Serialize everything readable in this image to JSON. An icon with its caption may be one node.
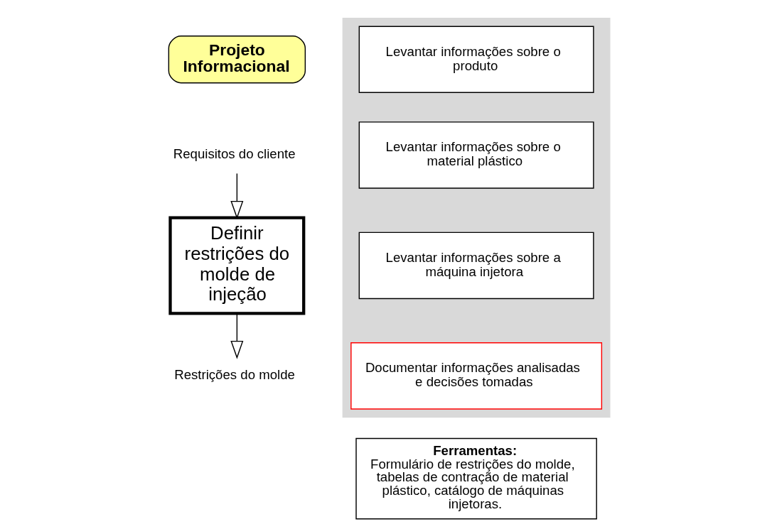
{
  "diagram": {
    "nodes": [
      {
        "text": [
          "Projeto Informacional"
        ]
      },
      {
        "text": [
          "Requisitos do cliente"
        ]
      },
      {
        "text": [
          "Definir restrições do molde de injeção"
        ]
      },
      {
        "text": [
          "Restrições do molde"
        ]
      },
      {
        "text": [],
        "shape": "band"
      },
      {
        "text": [
          "Levantar informações sobre o produto"
        ],
        "in": 4
      },
      {
        "text": [
          "Levantar informações sobre o material plástico"
        ],
        "in": 4
      },
      {
        "text": [
          "Levantar informações sobre a máquina injetora"
        ],
        "in": 4
      },
      {
        "text": [
          "Documentar informações analisadas e decisões tomadas"
        ],
        "in": 4
      },
      {
        "text": [
          "Ferramentas:",
          "Formulário de restrições do molde, tabelas de contração de material plástico, catálogo de máquinas injetoras."
        ]
      }
    ],
    "edges": [
      {
        "from": 1,
        "to": 2,
        "arrow": "to"
      },
      {
        "from": 2,
        "to": 3,
        "arrow": "to"
      }
    ]
  }
}
